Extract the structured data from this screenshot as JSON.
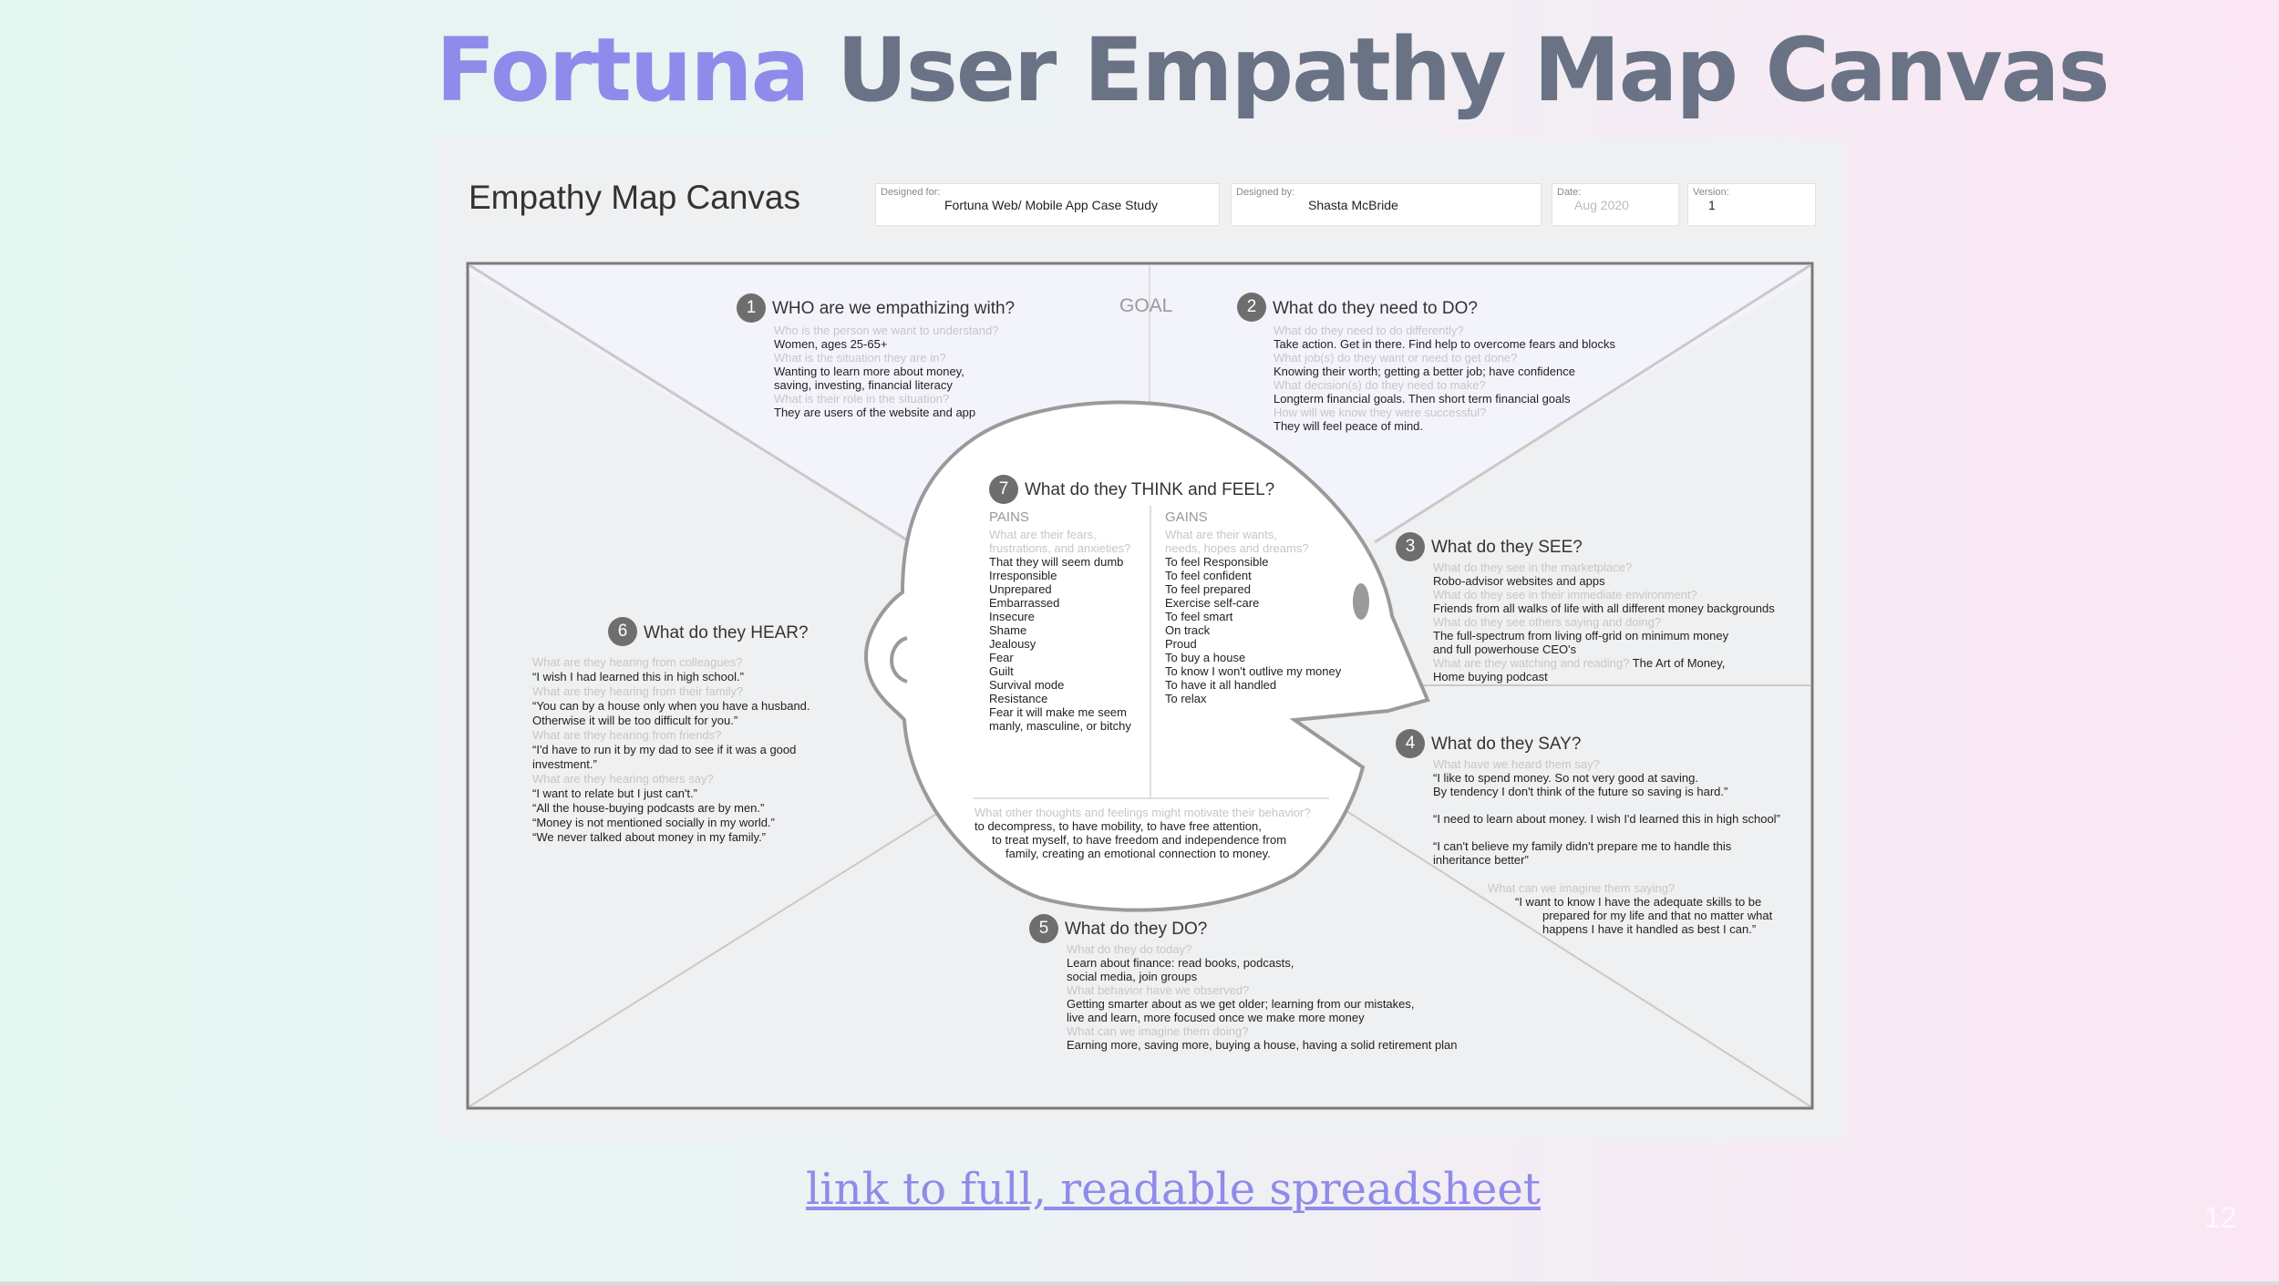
{
  "title": {
    "accent": "Fortuna",
    "rest": " User Empathy Map Canvas"
  },
  "canvas": {
    "heading": "Empathy Map Canvas",
    "designed_for_label": "Designed for:",
    "designed_for_value": "Fortuna Web/ Mobile App Case Study",
    "designed_by_label": "Designed by:",
    "designed_by_value": "Shasta McBride",
    "date_label": "Date:",
    "date_value": "Aug 2020",
    "version_label": "Version:",
    "version_value": "1"
  },
  "goal_label": "GOAL",
  "sections": {
    "who": {
      "number": "1",
      "heading": "WHO are we empathizing with?",
      "lines": [
        {
          "text": "Who is the person we want to understand?",
          "q": true
        },
        {
          "text": "Women, ages 25-65+",
          "q": false
        },
        {
          "text": "What is the situation they are in?",
          "q": true
        },
        {
          "text": "Wanting to learn more about money,",
          "q": false
        },
        {
          "text": "saving, investing, financial literacy",
          "q": false
        },
        {
          "text": "What is their role in the situation?",
          "q": true
        },
        {
          "text": "They are users of the website and app",
          "q": false
        }
      ]
    },
    "need": {
      "number": "2",
      "heading": "What do they need to DO?",
      "lines": [
        {
          "text": "What do they need to do differently?",
          "q": true
        },
        {
          "text": "Take action. Get in there. Find help to overcome fears and blocks",
          "q": false
        },
        {
          "text": "What job(s) do they want or need to get done?",
          "q": true
        },
        {
          "text": "Knowing their worth; getting a better job; have confidence",
          "q": false
        },
        {
          "text": "What decision(s) do they need to make?",
          "q": true
        },
        {
          "text": "Longterm financial goals. Then short term financial goals",
          "q": false
        },
        {
          "text": "How will we know they were successful?",
          "q": true
        },
        {
          "text": "They will feel peace of mind.",
          "q": false
        }
      ]
    },
    "see": {
      "number": "3",
      "heading": "What do they SEE?",
      "lines": [
        {
          "text": "What do they see in the marketplace?",
          "q": true
        },
        {
          "text": "Robo-advisor websites and apps",
          "q": false
        },
        {
          "text": "What do they see in their immediate environment?",
          "q": true
        },
        {
          "text": "Friends from all walks of life with all different money backgrounds",
          "q": false
        },
        {
          "text": "What do they see others saying and doing?",
          "q": true
        },
        {
          "text": "The full-spectrum from living off-grid on minimum money",
          "q": false
        },
        {
          "text": "and full powerhouse CEO's",
          "q": false
        }
      ],
      "watching_q": "What are they watching and reading?",
      "watching_a": " The Art of Money,",
      "last_line": "Home buying podcast"
    },
    "say": {
      "number": "4",
      "heading": "What do they SAY?",
      "lines": [
        {
          "text": "What have we heard them say?",
          "q": true
        },
        {
          "text": "“I like to spend money. So not very good at saving.",
          "q": false
        },
        {
          "text": "By tendency I don't think of the future so saving is hard.”",
          "q": false
        },
        {
          "text": "",
          "q": false
        },
        {
          "text": "“I need to learn about money. I wish I'd learned this in high school”",
          "q": false
        },
        {
          "text": "",
          "q": false
        },
        {
          "text": "“I can't believe my family didn't prepare me to handle this",
          "q": false
        },
        {
          "text": "inheritance better”",
          "q": false
        }
      ],
      "imagine_q": "What can we imagine them saying?",
      "imagine_lines": [
        "“I want to know I have the adequate skills to be",
        "prepared for my life and that no matter what",
        "happens I have it handled as best I can.”"
      ]
    },
    "do": {
      "number": "5",
      "heading": "What do they DO?",
      "lines": [
        {
          "text": "What do they do today?",
          "q": true
        },
        {
          "text": "Learn about finance: read books, podcasts,",
          "q": false
        },
        {
          "text": "social media, join groups",
          "q": false
        },
        {
          "text": "What behavior have we observed?",
          "q": true
        },
        {
          "text": "Getting smarter about as we get older; learning from our mistakes,",
          "q": false
        },
        {
          "text": "live and learn, more focused once we make more money",
          "q": false
        },
        {
          "text": "What can we imagine them doing?",
          "q": true
        },
        {
          "text": "Earning more, saving more, buying a house, having a solid retirement plan",
          "q": false
        }
      ]
    },
    "hear": {
      "number": "6",
      "heading": "What do they HEAR?",
      "lines": [
        {
          "text": "What are they hearing from colleagues?",
          "q": true
        },
        {
          "text": "“I wish I had learned this in high school.”",
          "q": false
        },
        {
          "text": "What are they hearing from their family?",
          "q": true
        },
        {
          "text": "“You can by a house only when you have a husband.",
          "q": false
        },
        {
          "text": "Otherwise it will be too difficult for you.”",
          "q": false
        },
        {
          "text": "What are they hearing from friends?",
          "q": true
        },
        {
          "text": "“I'd have to run it by my dad to see if it was a good",
          "q": false
        },
        {
          "text": "investment.”",
          "q": false
        },
        {
          "text": "What are they hearing others say?",
          "q": true
        },
        {
          "text": "“I want to relate but I just can't.”",
          "q": false
        },
        {
          "text": "“All the house-buying podcasts are by men.”",
          "q": false
        },
        {
          "text": "“Money is not mentioned socially in my world.”",
          "q": false
        },
        {
          "text": "“We never talked about money in my family.”",
          "q": false
        }
      ]
    },
    "think": {
      "number": "7",
      "heading": "What do they THINK and FEEL?",
      "pains_label": "PAINS",
      "gains_label": "GAINS",
      "pains_q": [
        "What are their fears,",
        "frustrations, and anxieties?"
      ],
      "gains_q": [
        "What are their wants,",
        "needs, hopes and dreams?"
      ],
      "pains": [
        "That they will seem dumb",
        "Irresponsible",
        "Unprepared",
        "Embarrassed",
        "Insecure",
        "Shame",
        "Jealousy",
        "Fear",
        "Guilt",
        "Survival mode",
        "Resistance",
        "Fear it will make me seem",
        "manly, masculine, or bitchy"
      ],
      "gains": [
        "To feel Responsible",
        "To feel confident",
        "To feel prepared",
        "Exercise self-care",
        "To feel smart",
        "On track",
        "Proud",
        "To buy a house",
        "To know I won't outlive my money",
        "To have it all handled",
        "To relax"
      ],
      "other_q": "What other thoughts and feelings might motivate their behavior?",
      "other_lines": [
        "to decompress, to have mobility, to have free attention,",
        "to treat myself, to have freedom and independence from",
        "family, creating an emotional connection to money."
      ]
    }
  },
  "link_text": "link to full, readable spreadsheet",
  "page_number": "12"
}
